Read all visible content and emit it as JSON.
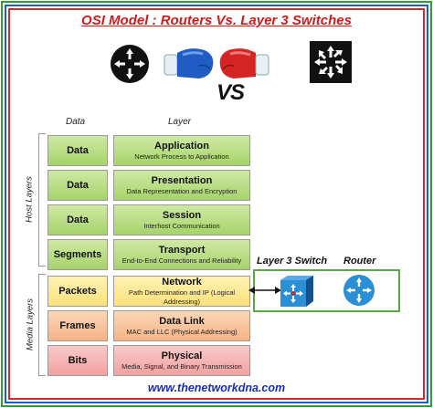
{
  "title": "OSI Model : Routers Vs. Layer 3 Switches",
  "vs_text": "VS",
  "headers": {
    "data": "Data",
    "layer": "Layer"
  },
  "groups": {
    "host": "Host Layers",
    "media": "Media Layers"
  },
  "layers": [
    {
      "data": "Data",
      "name": "Application",
      "desc": "Network Process to Application",
      "color": "#b7de85"
    },
    {
      "data": "Data",
      "name": "Presentation",
      "desc": "Data Representation and Encryption",
      "color": "#b7de85"
    },
    {
      "data": "Data",
      "name": "Session",
      "desc": "Interhost Communication",
      "color": "#b7de85"
    },
    {
      "data": "Segments",
      "name": "Transport",
      "desc": "End-to-End Connections and Reliability",
      "color": "#b7de85"
    },
    {
      "data": "Packets",
      "name": "Network",
      "desc": "Path Determination and IP (Logical Addressing)",
      "color": "#fde68f"
    },
    {
      "data": "Frames",
      "name": "Data Link",
      "desc": "MAC and LLC (Physical Addressing)",
      "color": "#f8c49c"
    },
    {
      "data": "Bits",
      "name": "Physical",
      "desc": "Media, Signal, and Binary Transmission",
      "color": "#f5b3b3"
    }
  ],
  "devices": {
    "switch_label": "Layer 3 Switch",
    "router_label": "Router"
  },
  "footer": "www.thenetworkdna.com",
  "colors": {
    "title": "#d11a1a",
    "footer": "#1a2fb5",
    "device_box": "#5aa846",
    "router_blue": "#2b8fd6",
    "switch_blue": "#2b8fd6"
  },
  "icons": [
    "router-icon",
    "boxing-glove-blue-icon",
    "boxing-glove-red-icon",
    "switch-icon",
    "double-arrow-icon"
  ]
}
